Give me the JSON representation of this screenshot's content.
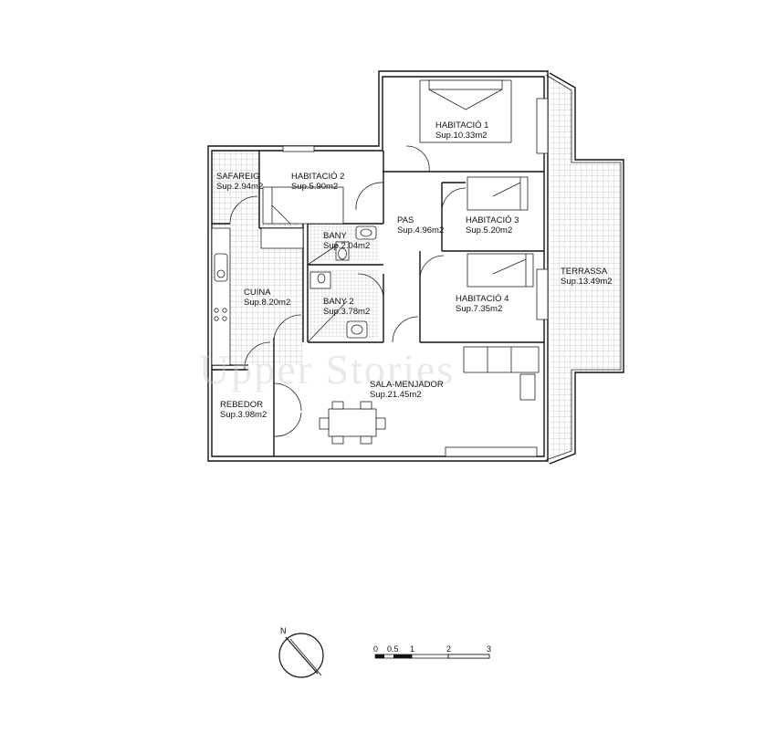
{
  "rooms": [
    {
      "name": "HABITACIÓ 1",
      "area": "Sup.10.33m2"
    },
    {
      "name": "HABITACIÓ 2",
      "area": "Sup.5.90m2"
    },
    {
      "name": "SAFAREIG",
      "area": "Sup.2.94m2"
    },
    {
      "name": "PAS",
      "area": "Sup.4.96m2"
    },
    {
      "name": "HABITACIÓ 3",
      "area": "Sup.5.20m2"
    },
    {
      "name": "BANY",
      "area": "Sup.2.04m2"
    },
    {
      "name": "CUINA",
      "area": "Sup.8.20m2"
    },
    {
      "name": "BANY 2",
      "area": "Sup.3.78m2"
    },
    {
      "name": "HABITACIÓ 4",
      "area": "Sup.7.35m2"
    },
    {
      "name": "TERRASSA",
      "area": "Sup.13.49m2"
    },
    {
      "name": "SALA-MENJADOR",
      "area": "Sup.21.45m2"
    },
    {
      "name": "REBEDOR",
      "area": "Sup.3.98m2"
    }
  ],
  "compass": {
    "north_label": "N"
  },
  "scale_bar": {
    "ticks": [
      "0",
      "0.5",
      "1",
      "2",
      "3"
    ]
  },
  "watermark": "Upper Stories"
}
